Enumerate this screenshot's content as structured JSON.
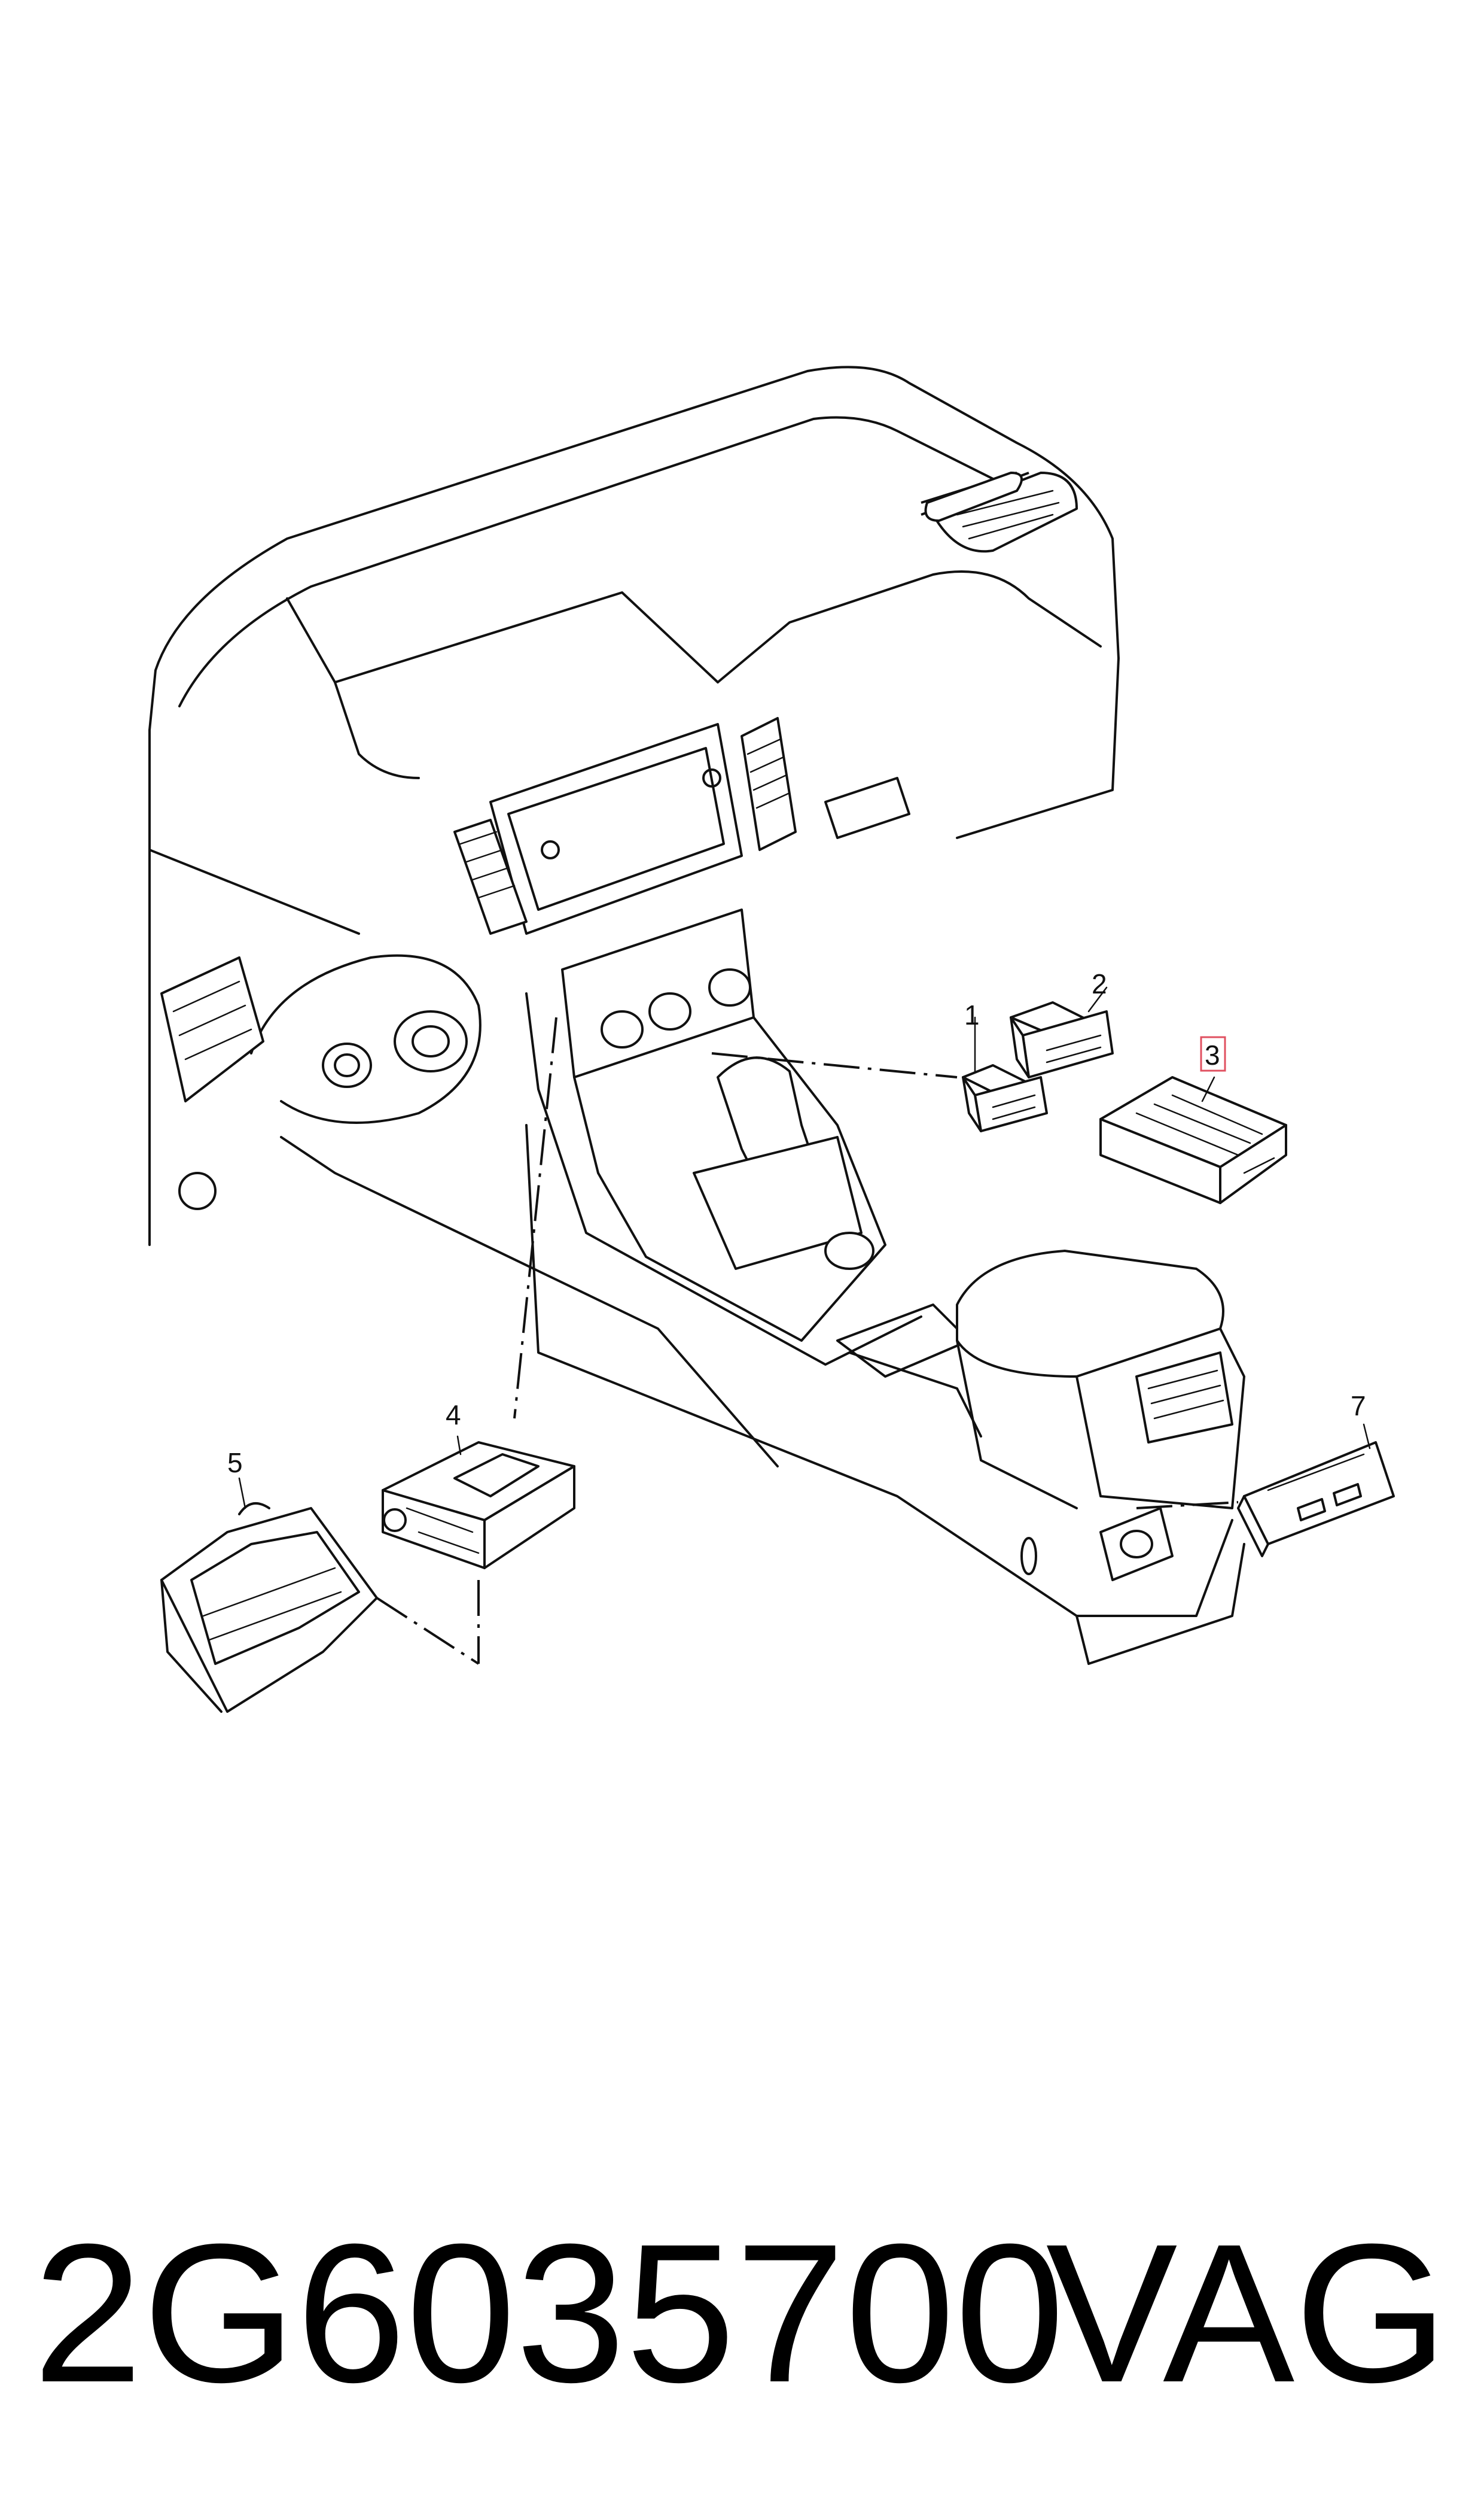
{
  "callouts": {
    "c1": "1",
    "c2": "2",
    "c3": "3",
    "c4": "4",
    "c5": "5",
    "c7": "7"
  },
  "footer": {
    "part_number": "2G6035700",
    "brand": "VAG"
  },
  "colors": {
    "line": "#111111",
    "highlight_box": "#e05060",
    "background": "#ffffff"
  }
}
